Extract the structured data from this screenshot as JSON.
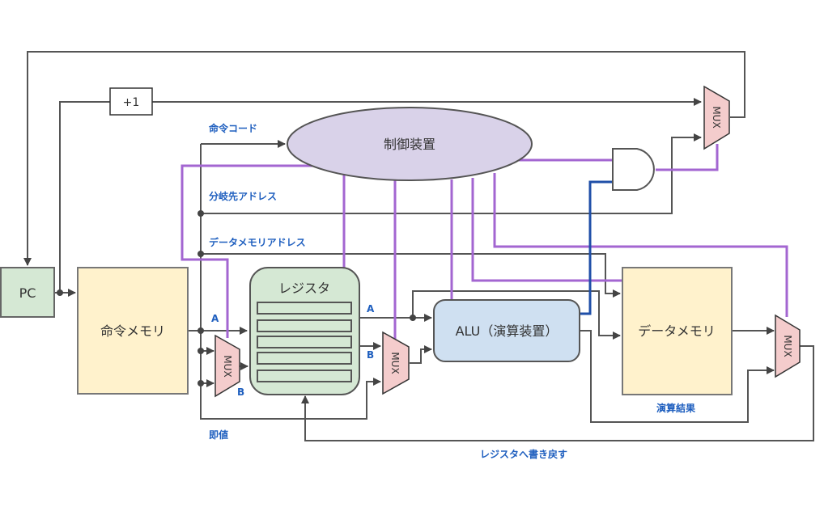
{
  "title": "CPU datapath diagram",
  "colors": {
    "pc_fill": "#d5e8d4",
    "memory_fill": "#fff2cc",
    "control_fill": "#d9d2e9",
    "register_fill": "#d5e8d4",
    "alu_fill": "#cfe0f1",
    "mux_fill": "#f4cccc",
    "wire": "#555555",
    "control_line": "#a366d1",
    "zero_flag_line": "#1f4fa8",
    "label_text": "#1f5fbf"
  },
  "blocks": {
    "pc": "PC",
    "increment": "+1",
    "instruction_memory": "命令メモリ",
    "control_unit": "制御装置",
    "register_file": "レジスタ",
    "alu": "ALU（演算装置）",
    "data_memory": "データメモリ",
    "mux": "MUX"
  },
  "labels": {
    "opcode": "命令コード",
    "branch_address": "分岐先アドレス",
    "data_memory_address": "データメモリアドレス",
    "immediate": "即値",
    "alu_result": "演算結果",
    "write_back": "レジスタへ書き戻す",
    "port_a": "A",
    "port_b": "B"
  }
}
